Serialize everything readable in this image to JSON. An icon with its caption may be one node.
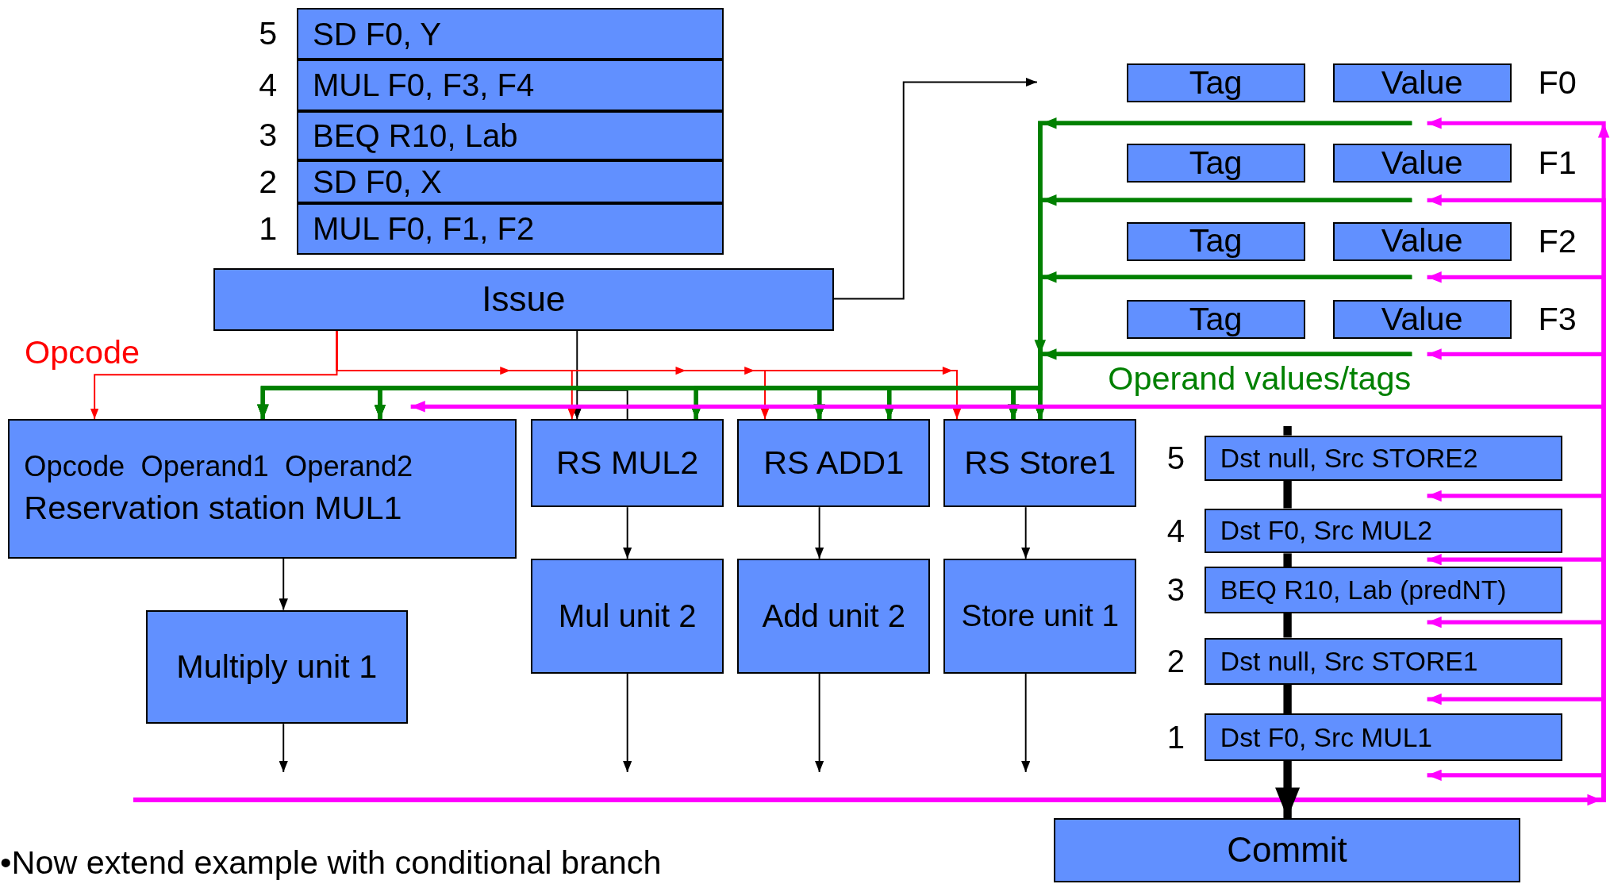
{
  "diagram": {
    "nodes": [
      {
        "text": [
          "SD F0, Y"
        ],
        "beside": [
          "5"
        ]
      },
      {
        "text": [
          "MUL F0, F3, F4"
        ],
        "beside": [
          "4"
        ]
      },
      {
        "text": [
          "BEQ R10, Lab"
        ],
        "beside": [
          "3"
        ]
      },
      {
        "text": [
          "SD F0, X"
        ],
        "beside": [
          "2"
        ]
      },
      {
        "text": [
          "MUL F0, F1, F2"
        ],
        "beside": [
          "1"
        ]
      },
      {
        "text": [
          "Issue"
        ]
      },
      {
        "text": [
          "Tag"
        ]
      },
      {
        "text": [
          "Value"
        ],
        "beside": [
          "F0"
        ]
      },
      {
        "text": [
          "Tag"
        ]
      },
      {
        "text": [
          "Value"
        ],
        "beside": [
          "F1"
        ]
      },
      {
        "text": [
          "Tag"
        ]
      },
      {
        "text": [
          "Value"
        ],
        "beside": [
          "F2"
        ]
      },
      {
        "text": [
          "Tag"
        ]
      },
      {
        "text": [
          "Value"
        ],
        "beside": [
          "F3"
        ]
      },
      {
        "text": [
          "Opcode Operand1 Operand2",
          "Reservation station MUL1"
        ]
      },
      {
        "text": [
          "RS MUL2"
        ]
      },
      {
        "text": [
          "RS ADD1"
        ]
      },
      {
        "text": [
          "RS Store1"
        ]
      },
      {
        "text": [
          "Multiply unit 1"
        ]
      },
      {
        "text": [
          "Mul unit 2"
        ]
      },
      {
        "text": [
          "Add unit 2"
        ]
      },
      {
        "text": [
          "Store unit 1"
        ]
      },
      {
        "text": [
          "Dst null, Src STORE2"
        ],
        "beside": [
          "5"
        ]
      },
      {
        "text": [
          "Dst F0, Src MUL2"
        ],
        "beside": [
          "4"
        ]
      },
      {
        "text": [
          "BEQ R10, Lab (predNT)"
        ],
        "beside": [
          "3"
        ]
      },
      {
        "text": [
          "Dst null, Src STORE1"
        ],
        "beside": [
          "2"
        ]
      },
      {
        "text": [
          "Dst F0, Src MUL1"
        ],
        "beside": [
          "1"
        ]
      },
      {
        "text": [
          "Commit"
        ]
      }
    ],
    "edges": [
      {
        "from": 5,
        "to": null,
        "arrow": "to"
      },
      {
        "from": 5,
        "to": 15,
        "arrow": "to"
      },
      {
        "from": 5,
        "to": 14,
        "arrow": "to",
        "label": "Opcode",
        "color": "#ff0000"
      },
      {
        "from": 5,
        "to": 15,
        "arrow": "to",
        "color": "#ff0000"
      },
      {
        "from": 5,
        "to": 16,
        "arrow": "to",
        "color": "#ff0000"
      },
      {
        "from": 5,
        "to": 17,
        "arrow": "to",
        "color": "#ff0000"
      },
      {
        "from": 7,
        "to": 14,
        "arrow": "to",
        "color": "#008000"
      },
      {
        "from": 7,
        "to": 15,
        "arrow": "to",
        "color": "#008000"
      },
      {
        "from": 7,
        "to": 16,
        "arrow": "to",
        "color": "#008000"
      },
      {
        "from": 7,
        "to": 17,
        "arrow": "to",
        "color": "#008000"
      },
      {
        "from": 9,
        "to": 14,
        "arrow": "to",
        "color": "#008000"
      },
      {
        "from": 9,
        "to": 15,
        "arrow": "to",
        "color": "#008000"
      },
      {
        "from": 9,
        "to": 16,
        "arrow": "to",
        "color": "#008000"
      },
      {
        "from": 9,
        "to": 17,
        "arrow": "to",
        "color": "#008000"
      },
      {
        "from": 11,
        "to": 14,
        "arrow": "to",
        "color": "#008000"
      },
      {
        "from": 11,
        "to": 15,
        "arrow": "to",
        "color": "#008000"
      },
      {
        "from": 11,
        "to": 16,
        "arrow": "to",
        "color": "#008000"
      },
      {
        "from": 11,
        "to": 17,
        "arrow": "to",
        "color": "#008000"
      },
      {
        "from": 13,
        "to": 14,
        "arrow": "to",
        "color": "#008000"
      },
      {
        "from": 13,
        "to": 15,
        "arrow": "to",
        "color": "#008000"
      },
      {
        "from": 13,
        "to": 16,
        "arrow": "to",
        "color": "#008000"
      },
      {
        "from": 13,
        "to": 17,
        "arrow": "to",
        "color": "#008000"
      },
      {
        "from": 14,
        "to": 18,
        "arrow": "to"
      },
      {
        "from": 15,
        "to": 19,
        "arrow": "to"
      },
      {
        "from": 16,
        "to": 20,
        "arrow": "to"
      },
      {
        "from": 17,
        "to": 21,
        "arrow": "to"
      },
      {
        "from": 18,
        "to": null,
        "arrow": "to"
      },
      {
        "from": 19,
        "to": null,
        "arrow": "to"
      },
      {
        "from": 20,
        "to": null,
        "arrow": "to"
      },
      {
        "from": 21,
        "to": null,
        "arrow": "to"
      },
      {
        "from": null,
        "to": 7,
        "arrow": "to",
        "color": "#ff00ff"
      },
      {
        "from": null,
        "to": 9,
        "arrow": "to",
        "color": "#ff00ff"
      },
      {
        "from": null,
        "to": 11,
        "arrow": "to",
        "color": "#ff00ff"
      },
      {
        "from": null,
        "to": 13,
        "arrow": "to",
        "color": "#ff00ff"
      },
      {
        "from": null,
        "to": 14,
        "arrow": "to",
        "color": "#ff00ff"
      },
      {
        "from": null,
        "to": 22,
        "arrow": "to",
        "color": "#ff00ff"
      },
      {
        "from": null,
        "to": 23,
        "arrow": "to",
        "color": "#ff00ff"
      },
      {
        "from": null,
        "to": 24,
        "arrow": "to",
        "color": "#ff00ff"
      },
      {
        "from": null,
        "to": 25,
        "arrow": "to",
        "color": "#ff00ff"
      },
      {
        "from": null,
        "to": 26,
        "arrow": "to",
        "color": "#ff00ff"
      },
      {
        "from": null,
        "to": 22,
        "arrow": "none",
        "style": "thick"
      },
      {
        "from": 22,
        "to": 23,
        "arrow": "none",
        "style": "thick"
      },
      {
        "from": 23,
        "to": 24,
        "arrow": "none",
        "style": "thick"
      },
      {
        "from": 24,
        "to": 25,
        "arrow": "none",
        "style": "thick"
      },
      {
        "from": 25,
        "to": 26,
        "arrow": "none",
        "style": "thick"
      },
      {
        "from": 26,
        "to": 27,
        "arrow": "to",
        "style": "thick"
      }
    ],
    "labels": [
      "Operand values/tags",
      "•Now extend example with conditional branch"
    ]
  }
}
